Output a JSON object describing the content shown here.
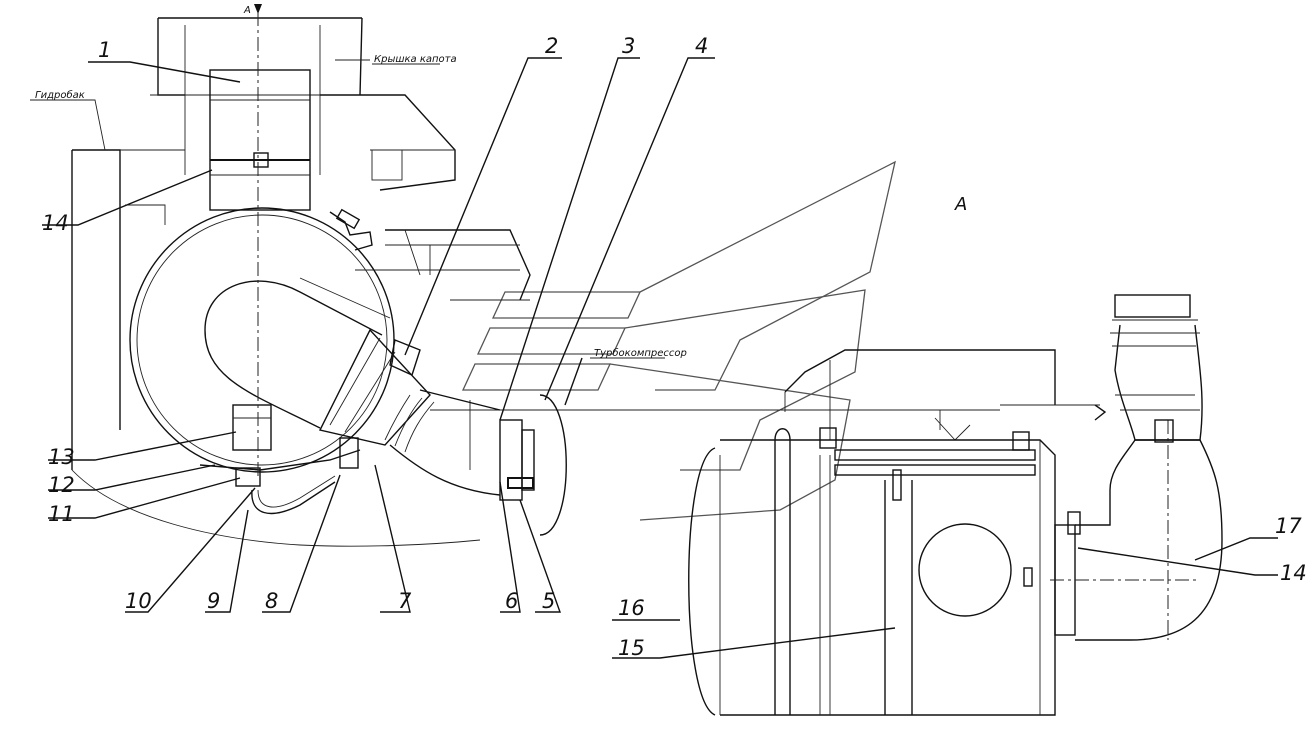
{
  "drawing": {
    "view_label": "A",
    "view_arrow_label": "A",
    "notes": {
      "hood_cover": "Крышка капота",
      "radiator": "Гидробак",
      "turbocharger": "Турбокомпрессор"
    },
    "callouts": {
      "c1": "1",
      "c2": "2",
      "c3": "3",
      "c4": "4",
      "c5": "5",
      "c6": "6",
      "c7": "7",
      "c8": "8",
      "c9": "9",
      "c10": "10",
      "c11": "11",
      "c12": "12",
      "c13": "13",
      "c14": "14",
      "c14b": "14",
      "c15": "15",
      "c16": "16",
      "c17": "17"
    }
  }
}
